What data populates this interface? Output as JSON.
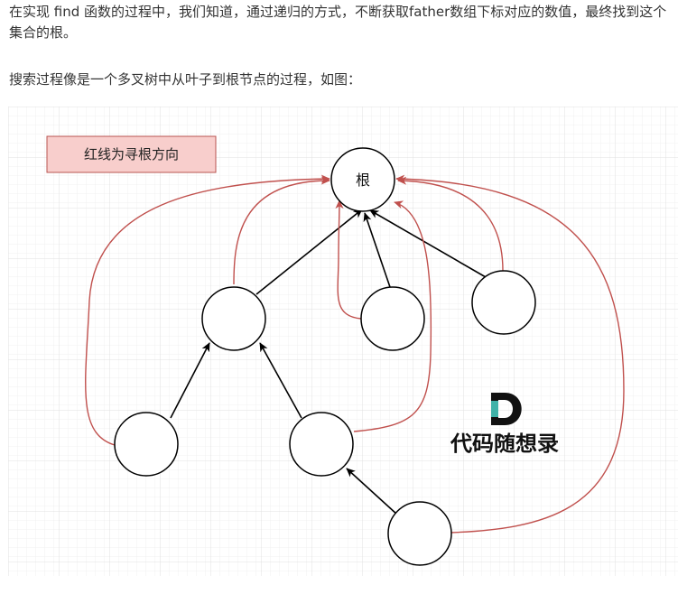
{
  "paragraphs": {
    "p1": "在实现 find 函数的过程中，我们知道，通过递归的方式，不断获取father数组下标对应的数值，最终找到这个集合的根。",
    "p2": "搜索过程像是一个多叉树中从叶子到根节点的过程，如图："
  },
  "diagram": {
    "legend_label": "红线为寻根方向",
    "root_label": "根",
    "watermark_label": "代码随想录",
    "colors": {
      "red_line": "#c0504d",
      "legend_fill": "#f8cecc",
      "legend_stroke": "#b85450",
      "grid": "#e4e4e4",
      "black_arrow": "#000000",
      "watermark_teal": "#3fb2a8"
    }
  }
}
